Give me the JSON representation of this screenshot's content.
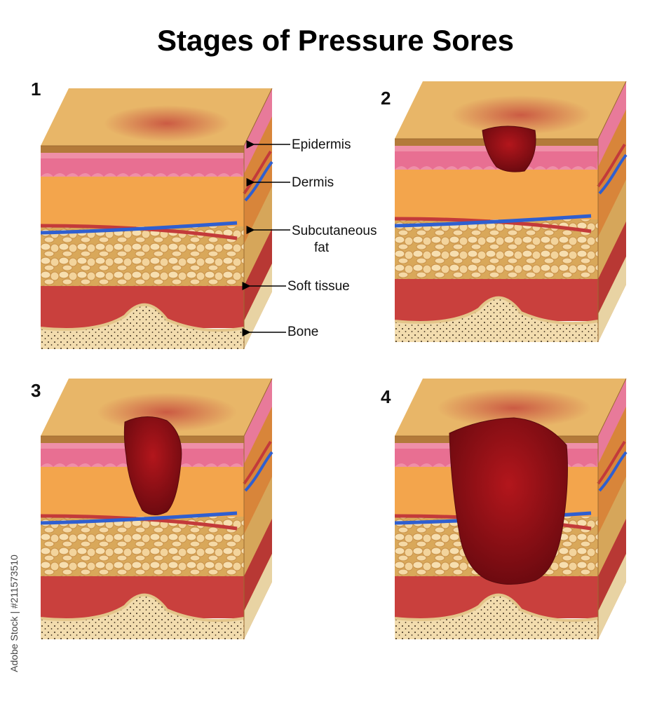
{
  "title": "Stages of Pressure Sores",
  "stages": [
    {
      "number": "1",
      "wound": "none"
    },
    {
      "number": "2",
      "wound": "epidermis-dermis"
    },
    {
      "number": "3",
      "wound": "through-dermis"
    },
    {
      "number": "4",
      "wound": "to-bone"
    }
  ],
  "labels": {
    "epidermis": "Epidermis",
    "dermis": "Dermis",
    "subcutaneous_line1": "Subcutaneous",
    "subcutaneous_line2": "fat",
    "soft_tissue": "Soft tissue",
    "bone": "Bone"
  },
  "watermark": "Adobe Stock | #211573510",
  "colors": {
    "skin_top": "#e8b668",
    "epidermis": "#b37a3a",
    "dermis": "#ef8fa8",
    "hypodermis": "#f3a54c",
    "fat": "#f0d098",
    "muscle": "#c9403d",
    "bone": "#f2dcae",
    "wound": "#8e1016",
    "artery": "#c33a3a",
    "vein": "#2f5fd0"
  }
}
